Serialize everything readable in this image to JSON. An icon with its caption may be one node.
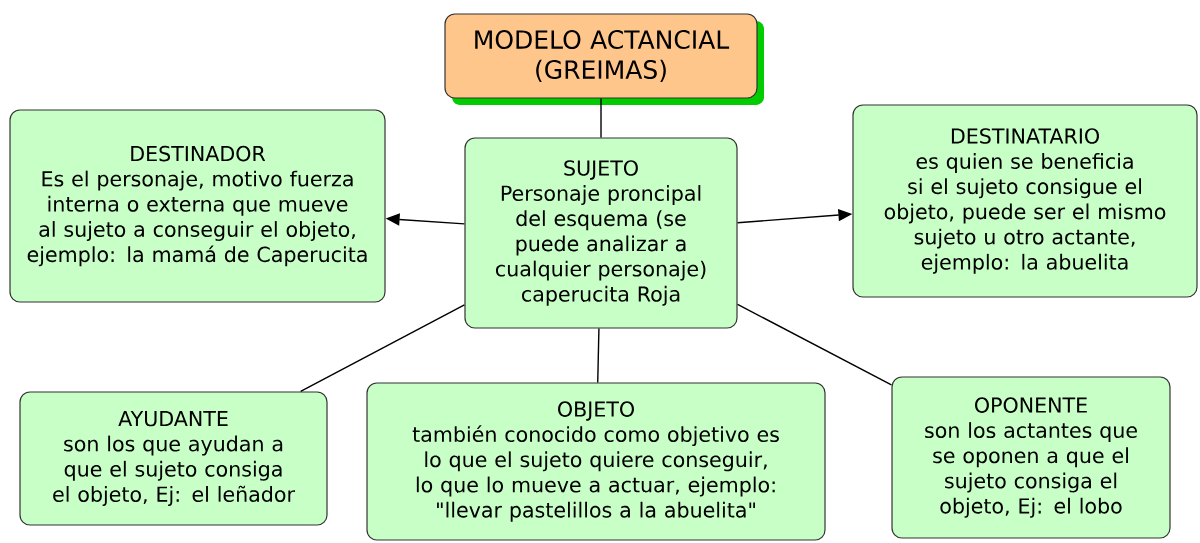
{
  "diagram": {
    "nodes": [
      {
        "text": [
          "MODELO ACTANCIAL (GREIMAS)"
        ]
      },
      {
        "text": [
          "DESTINADOR",
          "Es el personaje, motivo fuerza interna o externa que mueve al sujeto a conseguir el objeto, ejemplo: la mamá de Caperucita"
        ]
      },
      {
        "text": [
          "SUJETO",
          "Personaje proncipal del esquema (se puede analizar a cualquier personaje) caperucita Roja"
        ]
      },
      {
        "text": [
          "DESTINATARIO",
          "es quien se beneficia si el sujeto consigue el objeto, puede ser el mismo sujeto u otro actante, ejemplo: la abuelita"
        ]
      },
      {
        "text": [
          "AYUDANTE",
          "son los que ayudan a que el sujeto consiga el objeto, Ej: el leñador"
        ]
      },
      {
        "text": [
          "OBJETO",
          "también conocido como objetivo es lo que el sujeto quiere conseguir, lo que lo mueve a actuar, ejemplo: \"llevar pastelillos a la abuelita\""
        ]
      },
      {
        "text": [
          "OPONENTE",
          "son los actantes que se oponen a que el sujeto consiga el objeto, Ej: el lobo"
        ]
      }
    ],
    "edges": [
      {
        "from": 0,
        "to": 2,
        "arrow": "none"
      },
      {
        "from": 2,
        "to": 1,
        "arrow": "to"
      },
      {
        "from": 2,
        "to": 3,
        "arrow": "to"
      },
      {
        "from": 2,
        "to": 4,
        "arrow": "none"
      },
      {
        "from": 2,
        "to": 5,
        "arrow": "none"
      },
      {
        "from": 2,
        "to": 6,
        "arrow": "none"
      }
    ]
  }
}
